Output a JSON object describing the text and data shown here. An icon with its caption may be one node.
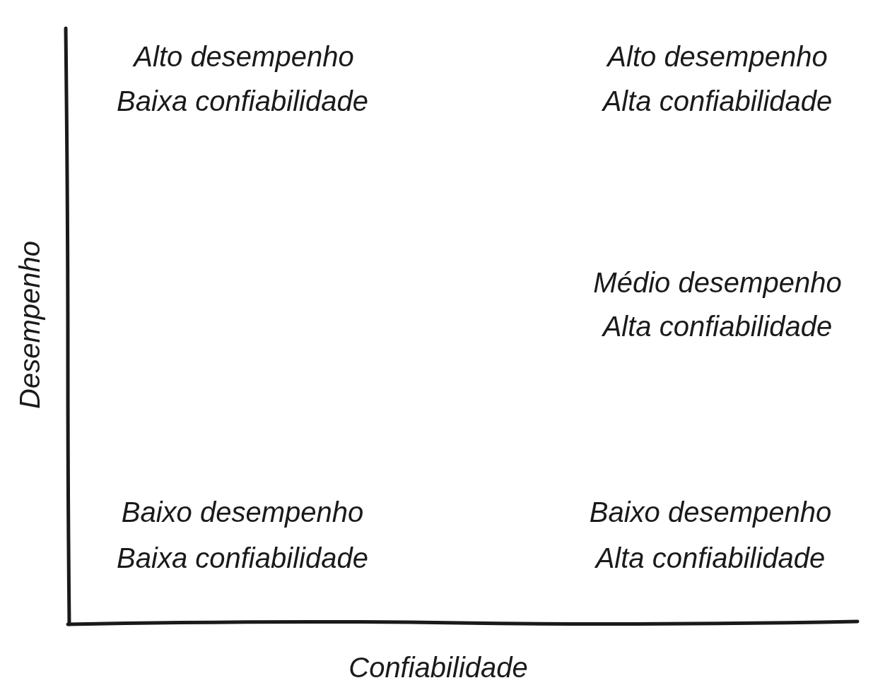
{
  "diagram": {
    "labels": [
      "Alto desempenho",
      "Baixa confiabilidade",
      "Alto desempenho",
      "Alta confiabilidade",
      "Desempenho",
      "Médio desempenho",
      "Alta confiabilidade",
      "Baixo desempenho",
      "Baixa confiabilidade",
      "Baixo desempenho",
      "Alta confiabilidade",
      "Confiabilidade"
    ]
  }
}
